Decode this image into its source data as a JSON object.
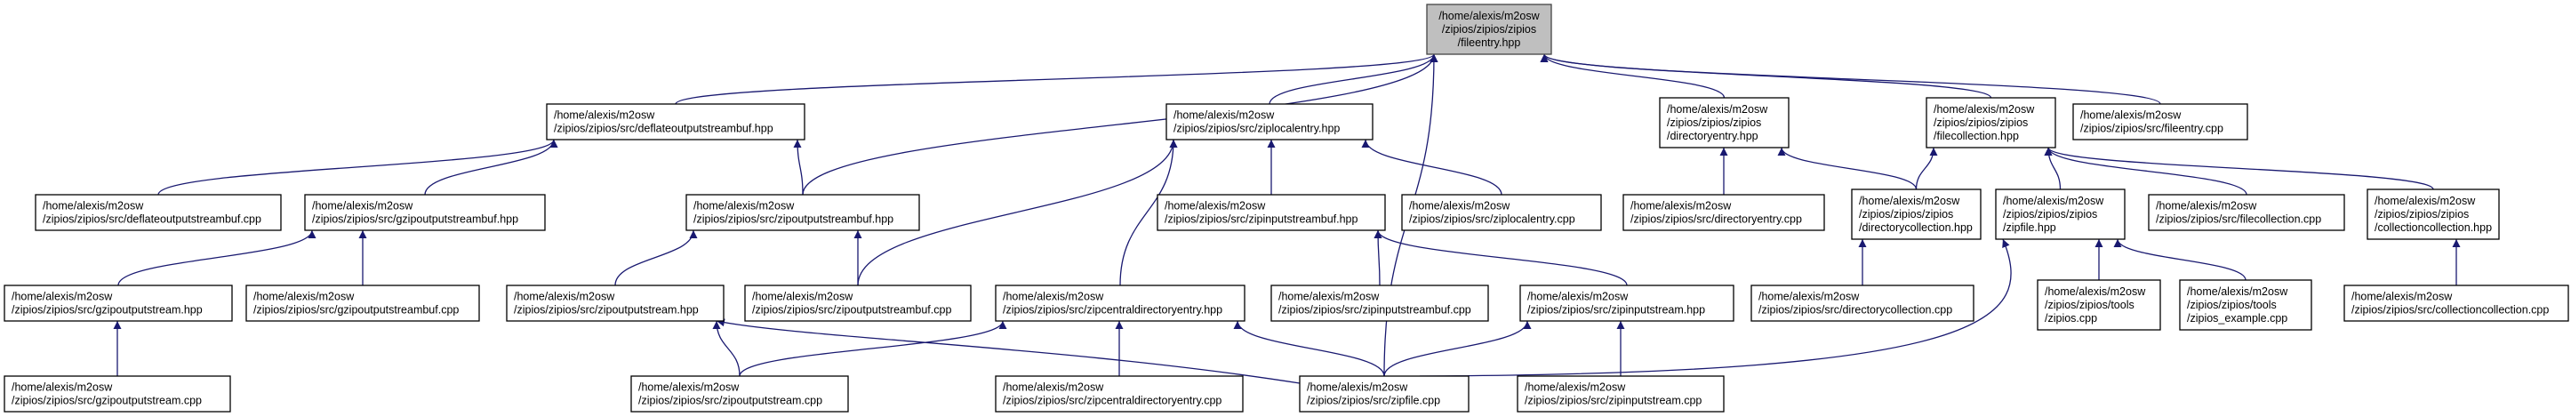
{
  "diagram": {
    "type": "include-dependency-graph",
    "colors": {
      "edge": "#191970",
      "root_fill": "#bfbfbf",
      "node_fill": "#ffffff",
      "border": "#000000"
    },
    "nodes": [
      {
        "id": "root",
        "lines": [
          "/home/alexis/m2osw",
          "/zipios/zipios/zipios",
          "/fileentry.hpp"
        ]
      },
      {
        "id": "deflate_hpp",
        "lines": [
          "/home/alexis/m2osw",
          "/zipios/zipios/src/deflateoutputstreambuf.hpp"
        ]
      },
      {
        "id": "ziplocal_hpp",
        "lines": [
          "/home/alexis/m2osw",
          "/zipios/zipios/src/ziplocalentry.hpp"
        ]
      },
      {
        "id": "direntry_hpp",
        "lines": [
          "/home/alexis/m2osw",
          "/zipios/zipios/zipios",
          "/directoryentry.hpp"
        ]
      },
      {
        "id": "filecoll_hpp",
        "lines": [
          "/home/alexis/m2osw",
          "/zipios/zipios/zipios",
          "/filecollection.hpp"
        ]
      },
      {
        "id": "fileentry_cpp",
        "lines": [
          "/home/alexis/m2osw",
          "/zipios/zipios/src/fileentry.cpp"
        ]
      },
      {
        "id": "deflate_cpp",
        "lines": [
          "/home/alexis/m2osw",
          "/zipios/zipios/src/deflateoutputstreambuf.cpp"
        ]
      },
      {
        "id": "gzipbuf_hpp",
        "lines": [
          "/home/alexis/m2osw",
          "/zipios/zipios/src/gzipoutputstreambuf.hpp"
        ]
      },
      {
        "id": "zipoutbuf_hpp",
        "lines": [
          "/home/alexis/m2osw",
          "/zipios/zipios/src/zipoutputstreambuf.hpp"
        ]
      },
      {
        "id": "zipinbuf_hpp",
        "lines": [
          "/home/alexis/m2osw",
          "/zipios/zipios/src/zipinputstreambuf.hpp"
        ]
      },
      {
        "id": "ziplocal_cpp",
        "lines": [
          "/home/alexis/m2osw",
          "/zipios/zipios/src/ziplocalentry.cpp"
        ]
      },
      {
        "id": "direntry_cpp",
        "lines": [
          "/home/alexis/m2osw",
          "/zipios/zipios/src/directoryentry.cpp"
        ]
      },
      {
        "id": "dircoll_hpp",
        "lines": [
          "/home/alexis/m2osw",
          "/zipios/zipios/zipios",
          "/directorycollection.hpp"
        ]
      },
      {
        "id": "zipfile_hpp",
        "lines": [
          "/home/alexis/m2osw",
          "/zipios/zipios/zipios",
          "/zipfile.hpp"
        ]
      },
      {
        "id": "filecoll_cpp",
        "lines": [
          "/home/alexis/m2osw",
          "/zipios/zipios/src/filecollection.cpp"
        ]
      },
      {
        "id": "collcoll_hpp",
        "lines": [
          "/home/alexis/m2osw",
          "/zipios/zipios/zipios",
          "/collectioncollection.hpp"
        ]
      },
      {
        "id": "gzipstream_hpp",
        "lines": [
          "/home/alexis/m2osw",
          "/zipios/zipios/src/gzipoutputstream.hpp"
        ]
      },
      {
        "id": "gzipbuf_cpp",
        "lines": [
          "/home/alexis/m2osw",
          "/zipios/zipios/src/gzipoutputstreambuf.cpp"
        ]
      },
      {
        "id": "zipoutstream_hpp",
        "lines": [
          "/home/alexis/m2osw",
          "/zipios/zipios/src/zipoutputstream.hpp"
        ]
      },
      {
        "id": "zipoutbuf_cpp",
        "lines": [
          "/home/alexis/m2osw",
          "/zipios/zipios/src/zipoutputstreambuf.cpp"
        ]
      },
      {
        "id": "zipcentral_hpp",
        "lines": [
          "/home/alexis/m2osw",
          "/zipios/zipios/src/zipcentraldirectoryentry.hpp"
        ]
      },
      {
        "id": "zipinbuf_cpp",
        "lines": [
          "/home/alexis/m2osw",
          "/zipios/zipios/src/zipinputstreambuf.cpp"
        ]
      },
      {
        "id": "zipinstream_hpp",
        "lines": [
          "/home/alexis/m2osw",
          "/zipios/zipios/src/zipinputstream.hpp"
        ]
      },
      {
        "id": "dircoll_cpp",
        "lines": [
          "/home/alexis/m2osw",
          "/zipios/zipios/src/directorycollection.cpp"
        ]
      },
      {
        "id": "zipios_cpp",
        "lines": [
          "/home/alexis/m2osw",
          "/zipios/zipios/tools",
          "/zipios.cpp"
        ]
      },
      {
        "id": "zipios_example_cpp",
        "lines": [
          "/home/alexis/m2osw",
          "/zipios/zipios/tools",
          "/zipios_example.cpp"
        ]
      },
      {
        "id": "collcoll_cpp",
        "lines": [
          "/home/alexis/m2osw",
          "/zipios/zipios/src/collectioncollection.cpp"
        ]
      },
      {
        "id": "gzipstream_cpp",
        "lines": [
          "/home/alexis/m2osw",
          "/zipios/zipios/src/gzipoutputstream.cpp"
        ]
      },
      {
        "id": "zipoutstream_cpp",
        "lines": [
          "/home/alexis/m2osw",
          "/zipios/zipios/src/zipoutputstream.cpp"
        ]
      },
      {
        "id": "zipcentral_cpp",
        "lines": [
          "/home/alexis/m2osw",
          "/zipios/zipios/src/zipcentraldirectoryentry.cpp"
        ]
      },
      {
        "id": "zipfile_cpp",
        "lines": [
          "/home/alexis/m2osw",
          "/zipios/zipios/src/zipfile.cpp"
        ]
      },
      {
        "id": "zipinstream_cpp",
        "lines": [
          "/home/alexis/m2osw",
          "/zipios/zipios/src/zipinputstream.cpp"
        ]
      }
    ],
    "edges": [
      {
        "from": "deflate_hpp",
        "to": "root"
      },
      {
        "from": "zipoutbuf_hpp",
        "to": "root"
      },
      {
        "from": "ziplocal_hpp",
        "to": "root"
      },
      {
        "from": "direntry_hpp",
        "to": "root"
      },
      {
        "from": "filecoll_hpp",
        "to": "root"
      },
      {
        "from": "fileentry_cpp",
        "to": "root"
      },
      {
        "from": "zipfile_cpp",
        "to": "root"
      },
      {
        "from": "deflate_cpp",
        "to": "deflate_hpp"
      },
      {
        "from": "gzipbuf_hpp",
        "to": "deflate_hpp"
      },
      {
        "from": "zipoutbuf_hpp",
        "to": "deflate_hpp"
      },
      {
        "from": "gzipstream_hpp",
        "to": "gzipbuf_hpp"
      },
      {
        "from": "gzipbuf_cpp",
        "to": "gzipbuf_hpp"
      },
      {
        "from": "gzipstream_cpp",
        "to": "gzipstream_hpp"
      },
      {
        "from": "zipoutstream_hpp",
        "to": "zipoutbuf_hpp"
      },
      {
        "from": "zipoutbuf_cpp",
        "to": "zipoutbuf_hpp"
      },
      {
        "from": "zipoutstream_cpp",
        "to": "zipoutstream_hpp"
      },
      {
        "from": "zipfile_cpp",
        "to": "zipoutstream_hpp"
      },
      {
        "from": "zipcentral_hpp",
        "to": "ziplocal_hpp"
      },
      {
        "from": "zipinbuf_hpp",
        "to": "ziplocal_hpp"
      },
      {
        "from": "ziplocal_cpp",
        "to": "ziplocal_hpp"
      },
      {
        "from": "zipoutbuf_cpp",
        "to": "ziplocal_hpp"
      },
      {
        "from": "zipinbuf_cpp",
        "to": "zipinbuf_hpp"
      },
      {
        "from": "zipinstream_hpp",
        "to": "zipinbuf_hpp"
      },
      {
        "from": "zipoutstream_cpp",
        "to": "zipcentral_hpp"
      },
      {
        "from": "zipcentral_cpp",
        "to": "zipcentral_hpp"
      },
      {
        "from": "zipfile_cpp",
        "to": "zipcentral_hpp"
      },
      {
        "from": "zipfile_cpp",
        "to": "zipinstream_hpp"
      },
      {
        "from": "zipinstream_cpp",
        "to": "zipinstream_hpp"
      },
      {
        "from": "direntry_cpp",
        "to": "direntry_hpp"
      },
      {
        "from": "dircoll_hpp",
        "to": "direntry_hpp"
      },
      {
        "from": "dircoll_hpp",
        "to": "filecoll_hpp"
      },
      {
        "from": "zipfile_hpp",
        "to": "filecoll_hpp"
      },
      {
        "from": "filecoll_cpp",
        "to": "filecoll_hpp"
      },
      {
        "from": "collcoll_hpp",
        "to": "filecoll_hpp"
      },
      {
        "from": "dircoll_cpp",
        "to": "dircoll_hpp"
      },
      {
        "from": "zipios_cpp",
        "to": "zipfile_hpp"
      },
      {
        "from": "zipios_example_cpp",
        "to": "zipfile_hpp"
      },
      {
        "from": "zipfile_cpp",
        "to": "zipfile_hpp"
      },
      {
        "from": "collcoll_cpp",
        "to": "collcoll_hpp"
      }
    ]
  }
}
